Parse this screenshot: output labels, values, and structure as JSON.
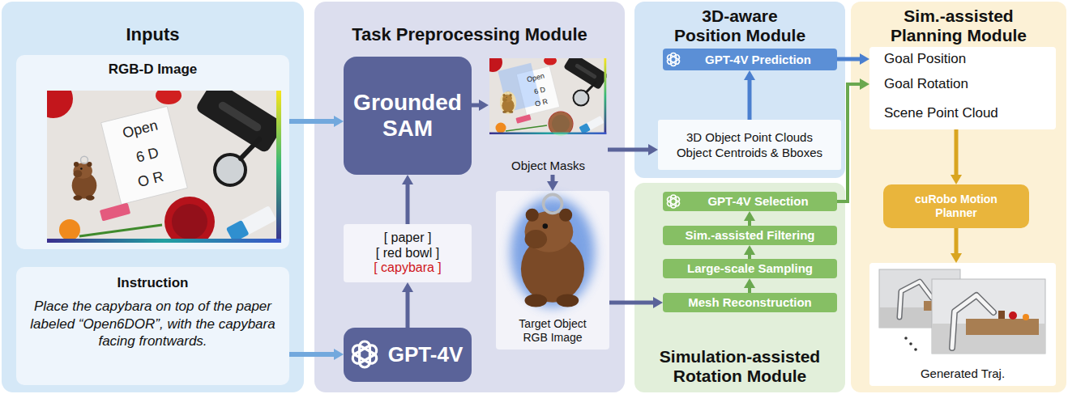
{
  "diagram": {
    "nodes": [
      {
        "text": [
          "Inputs"
        ]
      },
      {
        "text": [
          "RGB-D Image"
        ],
        "in": 0
      },
      {
        "text": [
          "Instruction",
          "Place the capybara on top of the paper labeled “Open6DOR”, with the capybara facing frontwards."
        ],
        "in": 0
      },
      {
        "text": [
          "Task Preprocessing Module"
        ]
      },
      {
        "text": [
          "Grounded SAM"
        ],
        "in": 3
      },
      {
        "text": [
          "Object Masks"
        ],
        "in": 3
      },
      {
        "text": [
          "[ paper ]",
          "[ red bowl ]",
          "[ capybara ]"
        ],
        "in": 3
      },
      {
        "text": [
          "Target Object RGB Image"
        ],
        "in": 3
      },
      {
        "text": [
          "GPT-4V"
        ],
        "in": 3
      },
      {
        "text": [
          "3D-aware Position Module"
        ]
      },
      {
        "text": [
          "GPT-4V Prediction"
        ],
        "in": 9
      },
      {
        "text": [
          "3D Object Point Clouds",
          "Object Centroids & Bboxes"
        ],
        "in": 9
      },
      {
        "text": [
          "Simulation-assisted Rotation Module"
        ]
      },
      {
        "text": [
          "GPT-4V Selection"
        ],
        "in": 12
      },
      {
        "text": [
          "Sim.-assisted Filtering"
        ],
        "in": 12
      },
      {
        "text": [
          "Large-scale Sampling"
        ],
        "in": 12
      },
      {
        "text": [
          "Mesh Reconstruction"
        ],
        "in": 12
      },
      {
        "text": [
          "Sim.-assisted Planning Module"
        ]
      },
      {
        "text": [
          "Goal Position"
        ],
        "in": 17
      },
      {
        "text": [
          "Goal Rotation"
        ],
        "in": 17
      },
      {
        "text": [
          "Scene Point Cloud"
        ],
        "in": 17
      },
      {
        "text": [
          "cuRobo Motion Planner"
        ],
        "in": 17
      },
      {
        "text": [
          "Generated Traj."
        ],
        "in": 17
      }
    ],
    "edges": [
      {
        "from": 1,
        "to": 4,
        "arrow": "to"
      },
      {
        "from": 2,
        "to": 8,
        "arrow": "to"
      },
      {
        "from": 8,
        "to": 6,
        "arrow": "to"
      },
      {
        "from": 6,
        "to": 4,
        "arrow": "to"
      },
      {
        "from": 4,
        "to": 5,
        "arrow": "to"
      },
      {
        "from": 5,
        "to": 7,
        "arrow": "to"
      },
      {
        "from": 5,
        "to": 11,
        "arrow": "to"
      },
      {
        "from": 11,
        "to": 10,
        "arrow": "to"
      },
      {
        "from": 10,
        "to": 18,
        "arrow": "to"
      },
      {
        "from": 7,
        "to": 16,
        "arrow": "to"
      },
      {
        "from": 16,
        "to": 15,
        "arrow": "to"
      },
      {
        "from": 15,
        "to": 14,
        "arrow": "to"
      },
      {
        "from": 14,
        "to": 13,
        "arrow": "to"
      },
      {
        "from": 13,
        "to": 19,
        "arrow": "to"
      },
      {
        "from": 20,
        "to": 21,
        "arrow": "to"
      },
      {
        "from": 21,
        "to": 22,
        "arrow": "to"
      }
    ],
    "labels": [
      "Open",
      "6 D",
      "O R",
      "Open",
      "6 D",
      "O R"
    ]
  }
}
